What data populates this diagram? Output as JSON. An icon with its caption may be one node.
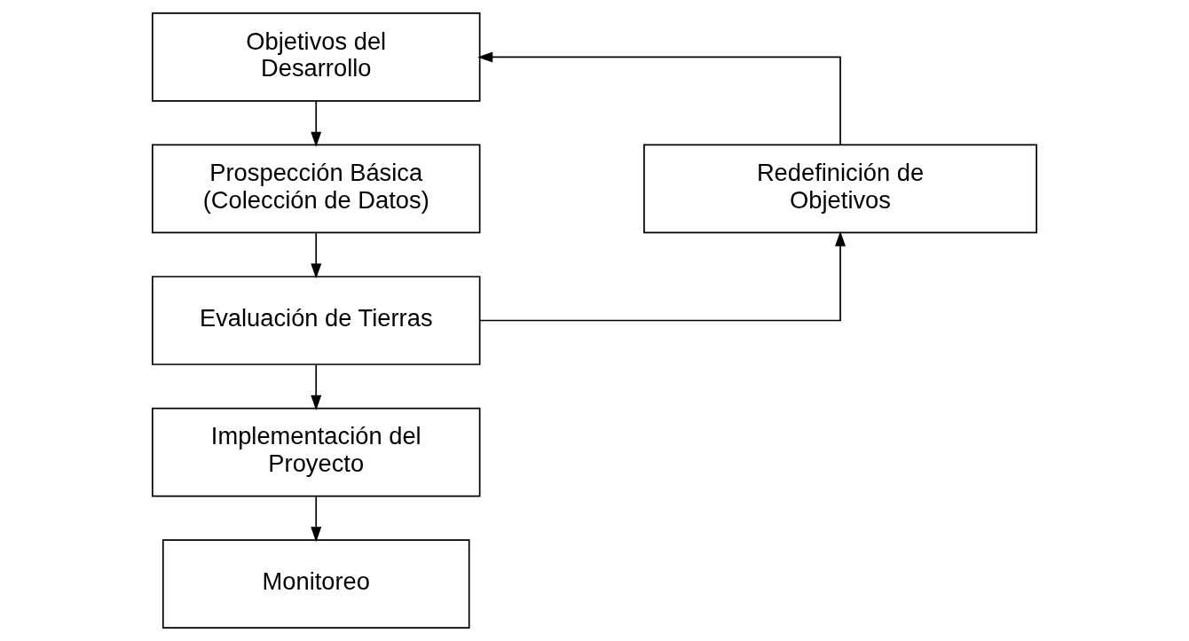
{
  "diagram": {
    "nodes": [
      {
        "text": [
          "Objetivos del Desarrollo"
        ]
      },
      {
        "text": [
          "Prospección Básica (Colección de Datos)"
        ]
      },
      {
        "text": [
          "Evaluación de Tierras"
        ]
      },
      {
        "text": [
          "Redefinición de Objetivos"
        ]
      },
      {
        "text": [
          "Implementación del Proyecto"
        ]
      },
      {
        "text": [
          "Monitoreo"
        ]
      }
    ],
    "edges": [
      {
        "from": 0,
        "to": 1,
        "arrow": "to"
      },
      {
        "from": 1,
        "to": 2,
        "arrow": "to"
      },
      {
        "from": 2,
        "to": 4,
        "arrow": "to"
      },
      {
        "from": 2,
        "to": 3,
        "arrow": "to"
      },
      {
        "from": 3,
        "to": 0,
        "arrow": "to"
      },
      {
        "from": 4,
        "to": 5,
        "arrow": "to"
      }
    ]
  }
}
